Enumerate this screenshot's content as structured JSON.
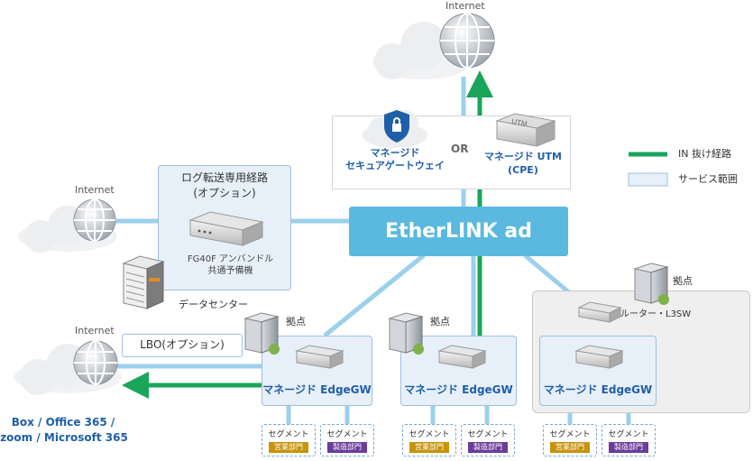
{
  "internet": {
    "top_label": "Internet",
    "left_label": "Internet",
    "lower_label": "Internet"
  },
  "top_panel": {
    "gateway_label_1": "マネージド",
    "gateway_label_2": "セキュアゲートウェイ",
    "or_label": "OR",
    "utm_label_1": "マネージド UTM",
    "utm_label_2": "(CPE)",
    "utm_device_text": "UTM"
  },
  "legend": {
    "in_label": "IN 抜け経路",
    "in_color": "#1aa55a",
    "service_label": "サービス範囲",
    "service_color": "#e7f0f8"
  },
  "core": {
    "label": "EtherLINK ad",
    "color": "#5bb9df"
  },
  "log_route": {
    "title_1": "ログ転送専用経路",
    "title_2": "(オプション)",
    "device_label_1": "FG40F アンバンドル",
    "device_label_2": "共通予備機",
    "datacenter_label": "データセンター"
  },
  "lbo": {
    "label": "LBO(オプション)"
  },
  "cloud_services": {
    "line1": "Box / Office 365 /",
    "line2": "zoom / Microsoft 365",
    "color": "#1f5fa8"
  },
  "sites": [
    {
      "site_label": "拠点",
      "gateway_label": "マネージド EdgeGW",
      "segments": [
        {
          "label": "セグメント",
          "tag": "営業部門",
          "tag_color": "#c8930c"
        },
        {
          "label": "セグメント",
          "tag": "製造部門",
          "tag_color": "#6a3d9a"
        }
      ]
    },
    {
      "site_label": "拠点",
      "gateway_label": "マネージド EdgeGW",
      "segments": [
        {
          "label": "セグメント",
          "tag": "営業部門",
          "tag_color": "#c8930c"
        },
        {
          "label": "セグメント",
          "tag": "製造部門",
          "tag_color": "#6a3d9a"
        }
      ]
    },
    {
      "site_label": "拠点",
      "router_label": "ルーター・L3SW",
      "gateway_label": "マネージド EdgeGW",
      "segments": [
        {
          "label": "セグメント",
          "tag": "営業部門",
          "tag_color": "#c8930c"
        },
        {
          "label": "セグメント",
          "tag": "製造部門",
          "tag_color": "#6a3d9a"
        }
      ]
    }
  ]
}
